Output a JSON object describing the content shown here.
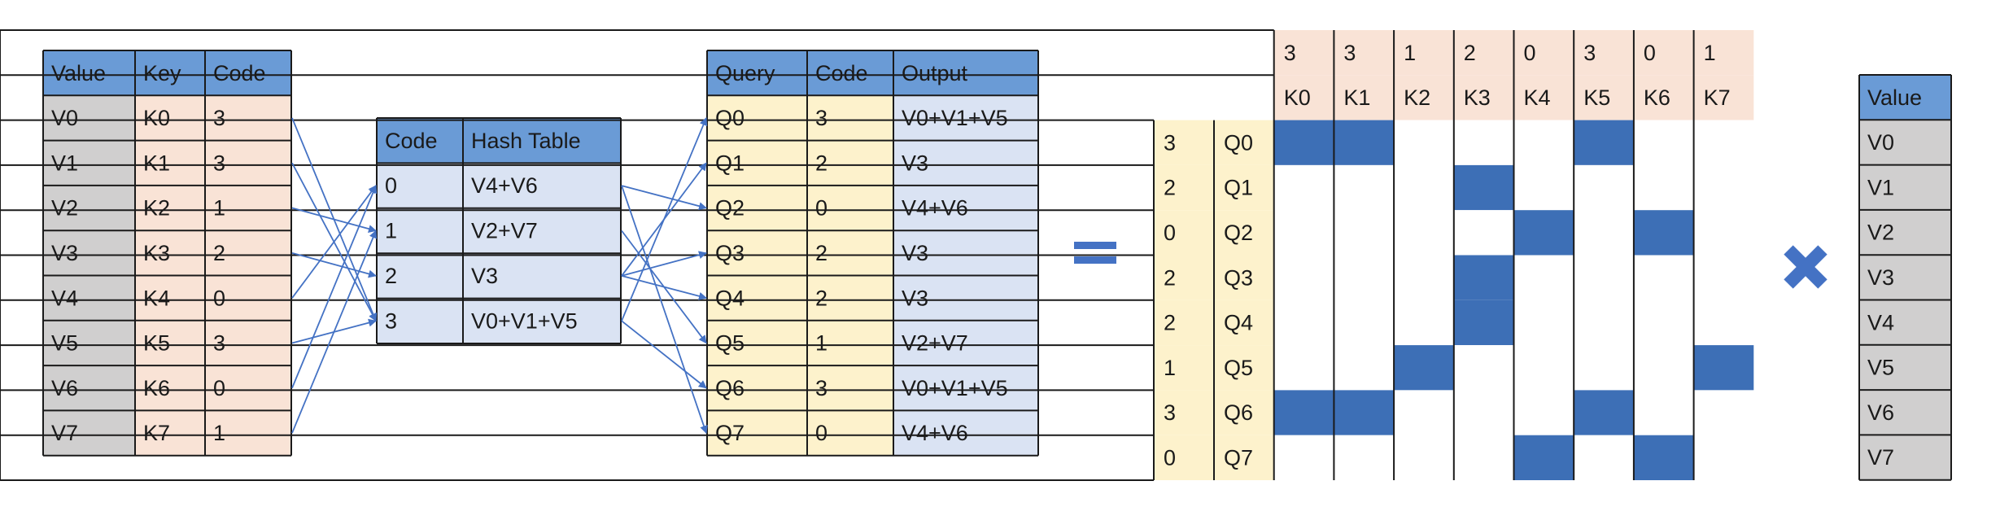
{
  "colors": {
    "header": "#6a9bd6",
    "gray": "#d0cfcf",
    "peach": "#f9e3d6",
    "yellow": "#fdf2cc",
    "lightblue": "#dae3f3",
    "filled": "#3d6fb6",
    "white": "#ffffff",
    "arrow": "#4472c4",
    "operator": "#4472c4"
  },
  "left_table": {
    "headers": [
      "Value",
      "Key",
      "Code"
    ],
    "rows": [
      [
        "V0",
        "K0",
        "3"
      ],
      [
        "V1",
        "K1",
        "3"
      ],
      [
        "V2",
        "K2",
        "1"
      ],
      [
        "V3",
        "K3",
        "2"
      ],
      [
        "V4",
        "K4",
        "0"
      ],
      [
        "V5",
        "K5",
        "3"
      ],
      [
        "V6",
        "K6",
        "0"
      ],
      [
        "V7",
        "K7",
        "1"
      ]
    ]
  },
  "hash_table": {
    "headers": [
      "Code",
      "Hash Table"
    ],
    "rows": [
      [
        "0",
        "V4+V6"
      ],
      [
        "1",
        "V2+V7"
      ],
      [
        "2",
        "V3"
      ],
      [
        "3",
        "V0+V1+V5"
      ]
    ]
  },
  "query_table": {
    "headers": [
      "Query",
      "Code",
      "Output"
    ],
    "rows": [
      [
        "Q0",
        "3",
        "V0+V1+V5"
      ],
      [
        "Q1",
        "2",
        "V3"
      ],
      [
        "Q2",
        "0",
        "V4+V6"
      ],
      [
        "Q3",
        "2",
        "V3"
      ],
      [
        "Q4",
        "2",
        "V3"
      ],
      [
        "Q5",
        "1",
        "V2+V7"
      ],
      [
        "Q6",
        "3",
        "V0+V1+V5"
      ],
      [
        "Q7",
        "0",
        "V4+V6"
      ]
    ]
  },
  "matrix": {
    "col_codes": [
      "3",
      "3",
      "1",
      "2",
      "0",
      "3",
      "0",
      "1"
    ],
    "col_keys": [
      "K0",
      "K1",
      "K2",
      "K3",
      "K4",
      "K5",
      "K6",
      "K7"
    ],
    "row_codes": [
      "3",
      "2",
      "0",
      "2",
      "2",
      "1",
      "3",
      "0"
    ],
    "row_queries": [
      "Q0",
      "Q1",
      "Q2",
      "Q3",
      "Q4",
      "Q5",
      "Q6",
      "Q7"
    ]
  },
  "value_table": {
    "header": "Value",
    "rows": [
      "V0",
      "V1",
      "V2",
      "V3",
      "V4",
      "V5",
      "V6",
      "V7"
    ]
  }
}
